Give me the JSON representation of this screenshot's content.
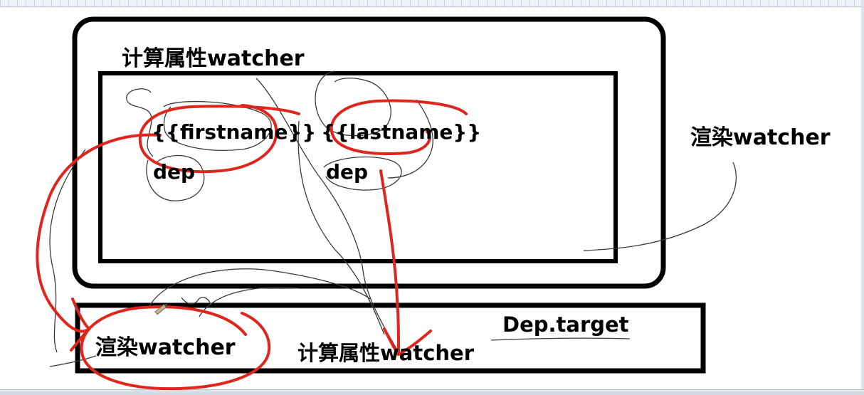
{
  "labels": {
    "outer_title": "计算属性watcher",
    "firstname_expr": "{{firstname}}",
    "lastname_expr": "{{lastname}}",
    "dep_left": "dep",
    "dep_right": "dep",
    "render_watcher_outside": "渲染watcher",
    "stack_render_watcher": "渲染watcher",
    "stack_computed_watcher": "计算属性watcher",
    "dep_target": "Dep.target"
  },
  "colors": {
    "ink": "#000000",
    "annotation_red": "#e0261c",
    "pencil": "#3a3a3a"
  }
}
